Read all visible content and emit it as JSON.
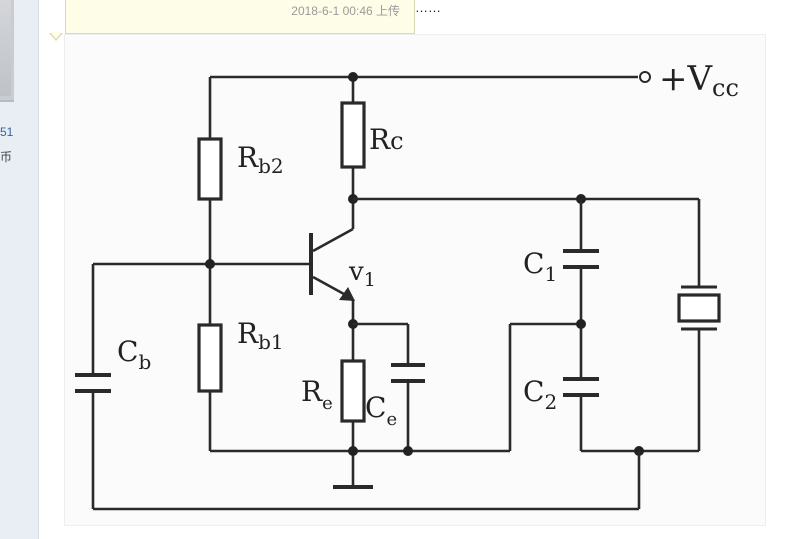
{
  "sidebar": {
    "stat_number": "51",
    "stat_unit": "币"
  },
  "post": {
    "text_fragment": "……"
  },
  "attachment": {
    "upload_time": "2018-6-1 00:46 上传"
  },
  "circuit": {
    "vcc_label": "+Vcc",
    "rb2_label": "Rb2",
    "rb1_label": "Rb1",
    "rc_label": "Rc",
    "re_label": "Re",
    "ce_label": "Ce",
    "cb_label": "Cb",
    "c1_label": "C1",
    "c2_label": "C2",
    "v1_label": "v1"
  },
  "colors": {
    "sidebar_bg": "#e9eef5",
    "tooltip_bg": "#fefde8",
    "link_blue": "#336699",
    "wire": "#2a2a2a"
  }
}
